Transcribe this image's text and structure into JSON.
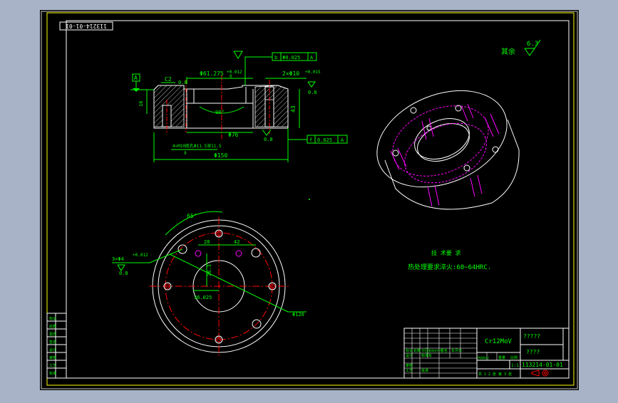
{
  "drawing": {
    "code_rotated": "113214-01-01",
    "code_main": "113214-01-01",
    "roughness_note": "其余",
    "roughness_value": "6.3",
    "material": "Cr12MoV",
    "title_top": "?????",
    "title_mid": "????",
    "scale": "1:1",
    "sheet_info": "共 1 2 张  第 3 张",
    "tech_title": "技 术要 求",
    "tech_text": "热处理要求淬火:60~64HRC."
  },
  "section_view": {
    "datum_a": "A",
    "chamfer": "C2",
    "rough_08_a": "0.8",
    "dia_61": "Φ61.275",
    "tol_plus012": "+0.012",
    "tol_zero": "0",
    "two_dia10": "2×Φ10",
    "tol_plus015": "+0.015",
    "rough_08_b": "0.8",
    "gdt_b_sym": "b",
    "gdt_b_val": "Φ0.025",
    "gdt_b_ref": "A",
    "dim_16": "16",
    "dim_43": "43",
    "angle_90": "90°",
    "dia_76": "Φ76",
    "rough_08_c": "0.8",
    "gdt_f_sym": "f",
    "gdt_f_val": "0.025",
    "gdt_f_ref": "A",
    "thread_note": "4×M10底孔Φ11.5深11.5",
    "dia_150": "Φ150",
    "dim_9": "9"
  },
  "plan_view": {
    "angle_65": "65°",
    "dim_28": "28",
    "dim_42": "42",
    "dim_3x4": "3×Φ4",
    "tol_plus012": "+0.012",
    "rough_08": "0.8",
    "dim_263": "26.3",
    "dim_36025": "36.025",
    "dia_120": "Φ120"
  },
  "left_strip": [
    "标记",
    "处数",
    "更改",
    "签名",
    "设计",
    "审核",
    "工艺",
    "标准"
  ],
  "title_block_labels": [
    "标记",
    "处数",
    "分区",
    "更改文件号",
    "签名",
    "年月日",
    "设计",
    "标准化",
    "审核",
    "工艺",
    "批准",
    "阶段标记",
    "重量",
    "比例"
  ],
  "colors": {
    "frame": "#ffff00",
    "line": "#ffffff",
    "dim": "#00ff00",
    "center": "#ff0000",
    "hidden": "#ff00ff",
    "background": "#000000",
    "outer": "#a9b3c8"
  }
}
